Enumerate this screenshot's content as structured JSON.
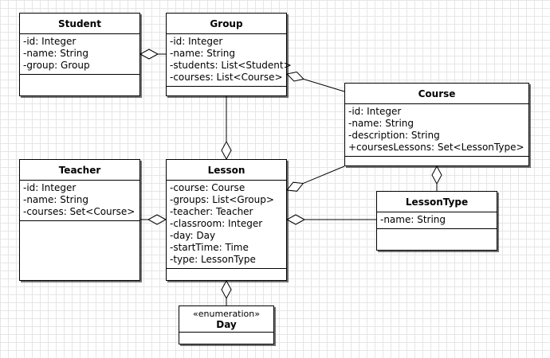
{
  "classes": {
    "student": {
      "name": "Student",
      "attributes": [
        "-id: Integer",
        "-name: String",
        "-group: Group"
      ]
    },
    "group": {
      "name": "Group",
      "attributes": [
        "-id: Integer",
        "-name: String",
        "-students: List<Student>",
        "-courses: List<Course>"
      ]
    },
    "course": {
      "name": "Course",
      "attributes": [
        "-id: Integer",
        "-name: String",
        "-description: String",
        "+coursesLessons: Set<LessonType>"
      ]
    },
    "teacher": {
      "name": "Teacher",
      "attributes": [
        "-id: Integer",
        "-name: String",
        "-courses: Set<Course>"
      ]
    },
    "lesson": {
      "name": "Lesson",
      "attributes": [
        "-course: Course",
        "-groups: List<Group>",
        "-teacher: Teacher",
        "-classroom: Integer",
        "-day: Day",
        "-startTime: Time",
        "-type: LessonType"
      ]
    },
    "lessontype": {
      "name": "LessonType",
      "attributes": [
        "-name: String"
      ]
    },
    "day": {
      "name": "Day",
      "stereotype": "«enumeration»",
      "attributes": []
    }
  },
  "relations": [
    {
      "from": "student",
      "to": "group",
      "kind": "aggregation"
    },
    {
      "from": "course",
      "to": "group",
      "kind": "aggregation"
    },
    {
      "from": "group",
      "to": "lesson",
      "kind": "aggregation"
    },
    {
      "from": "course",
      "to": "lesson",
      "kind": "aggregation"
    },
    {
      "from": "teacher",
      "to": "lesson",
      "kind": "aggregation"
    },
    {
      "from": "lessontype",
      "to": "lesson",
      "kind": "aggregation"
    },
    {
      "from": "lessontype",
      "to": "course",
      "kind": "aggregation"
    },
    {
      "from": "day",
      "to": "lesson",
      "kind": "aggregation"
    }
  ],
  "colors": {
    "line": "#000000",
    "fill": "#ffffff",
    "grid": "#e6e6e6"
  }
}
